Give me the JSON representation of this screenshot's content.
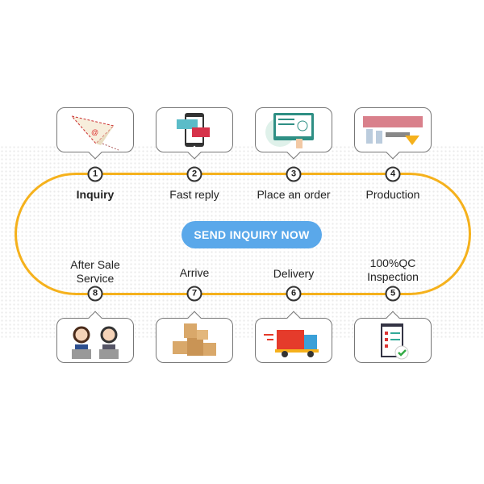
{
  "steps": [
    {
      "number": "1",
      "label": "Inquiry"
    },
    {
      "number": "2",
      "label": "Fast reply"
    },
    {
      "number": "3",
      "label": "Place an order"
    },
    {
      "number": "4",
      "label": "Production"
    },
    {
      "number": "5",
      "label_line1": "100%QC",
      "label_line2": "Inspection"
    },
    {
      "number": "6",
      "label": "Delivery"
    },
    {
      "number": "7",
      "label": "Arrive"
    },
    {
      "number": "8",
      "label_line1": "After Sale",
      "label_line2": "Service"
    }
  ],
  "cta_button": "SEND INQUIRY NOW",
  "colors": {
    "track": "#f5b11c",
    "button": "#5aa8ea"
  }
}
